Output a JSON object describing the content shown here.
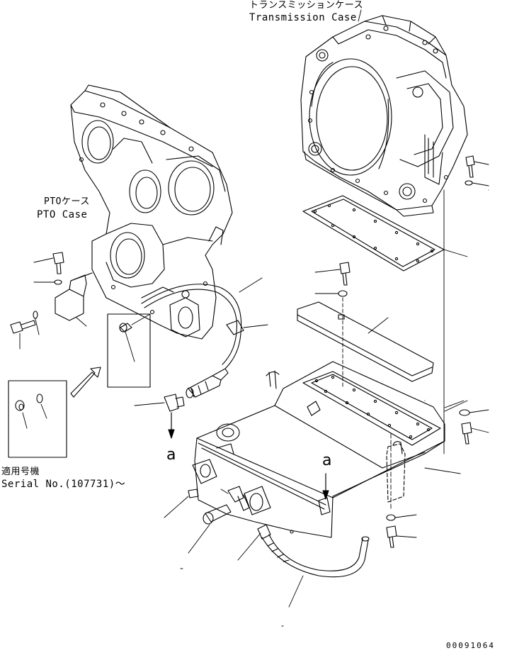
{
  "labels": {
    "transmission_case_jp": "トランスミッションケース",
    "transmission_case_en": "Transmission Case",
    "pto_case_jp": "PTOケース",
    "pto_case_en": "PTO Case",
    "serial_jp": "適用号機",
    "serial_en": "Serial No.(107731)～",
    "ref_a_left": "a",
    "ref_a_right": "a",
    "drawing_number": "00091064"
  }
}
